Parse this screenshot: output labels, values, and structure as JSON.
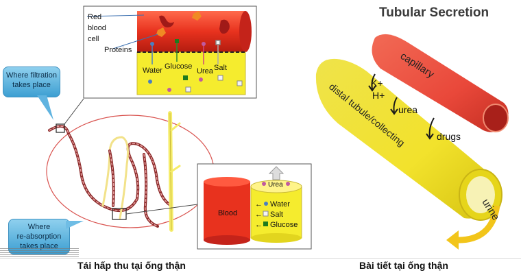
{
  "left_panel": {
    "caption": "Tái hấp thu tại ống thận",
    "callouts": {
      "filtration": [
        "Where filtration",
        "takes place"
      ],
      "reabsorption": [
        "Where",
        "re-absorption",
        "takes place"
      ]
    },
    "inset_top": {
      "labels": {
        "rbc": [
          "Red",
          "blood",
          "cell"
        ],
        "proteins": "Proteins"
      },
      "substances": [
        "Water",
        "Glucose",
        "Urea",
        "Salt"
      ]
    },
    "inset_bottom": {
      "blood_label": "Blood",
      "urea_label": "Urea",
      "items": [
        "Water",
        "Salt",
        "Glucose"
      ]
    }
  },
  "right_panel": {
    "title": "Tubular Secretion",
    "caption": "Bài tiết tại ống thận",
    "labels": {
      "capillary": "capillary",
      "k": "K+",
      "h": "H+",
      "urea": "urea",
      "drugs": "drugs",
      "tubule": "distal tubule/collecting",
      "urine": "urine"
    }
  },
  "colors": {
    "blood": "#e8321e",
    "tubule": "#f5ec2e",
    "callout": "#5fb3e0",
    "capillary": "#e9483a"
  }
}
